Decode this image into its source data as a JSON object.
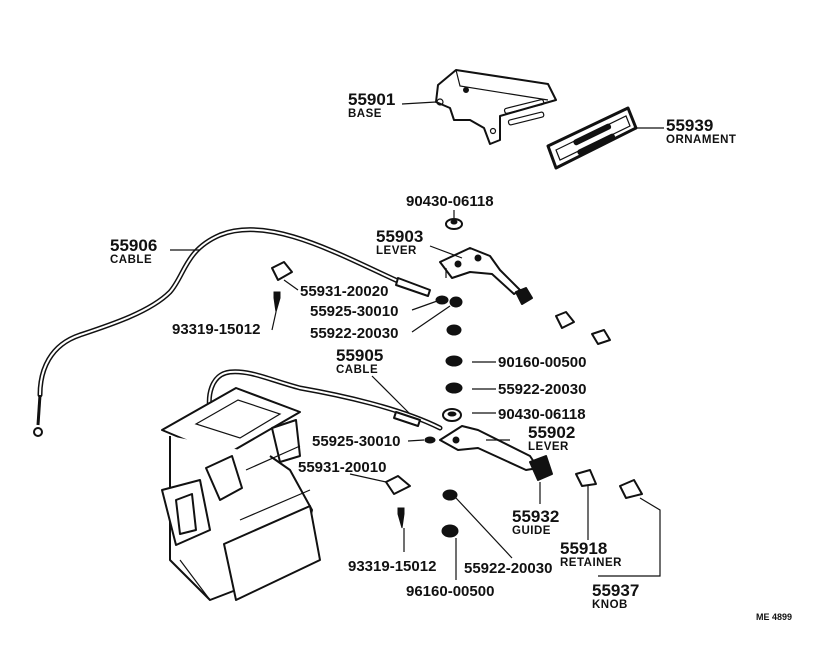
{
  "parts": {
    "p55901": {
      "number": "55901",
      "name": "BASE"
    },
    "p55939": {
      "number": "55939",
      "name": "ORNAMENT"
    },
    "p90430a": {
      "number": "90430-06118"
    },
    "p55903": {
      "number": "55903",
      "name": "LEVER"
    },
    "p55906": {
      "number": "55906",
      "name": "CABLE"
    },
    "p55931a": {
      "number": "55931-20020"
    },
    "p55925a": {
      "number": "55925-30010"
    },
    "p93319a": {
      "number": "93319-15012"
    },
    "p55922a": {
      "number": "55922-20030"
    },
    "p55905": {
      "number": "55905",
      "name": "CABLE"
    },
    "p90160": {
      "number": "90160-00500"
    },
    "p55922b": {
      "number": "55922-20030"
    },
    "p90430b": {
      "number": "90430-06118"
    },
    "p55902": {
      "number": "55902",
      "name": "LEVER"
    },
    "p55925b": {
      "number": "55925-30010"
    },
    "p55931b": {
      "number": "55931-20010"
    },
    "p55932": {
      "number": "55932",
      "name": "GUIDE"
    },
    "p55918": {
      "number": "55918",
      "name": "RETAINER"
    },
    "p93319b": {
      "number": "93319-15012"
    },
    "p55922c": {
      "number": "55922-20030"
    },
    "p96160": {
      "number": "96160-00500"
    },
    "p55937": {
      "number": "55937",
      "name": "KNOB"
    }
  },
  "diagram_ref": "ME 4899"
}
